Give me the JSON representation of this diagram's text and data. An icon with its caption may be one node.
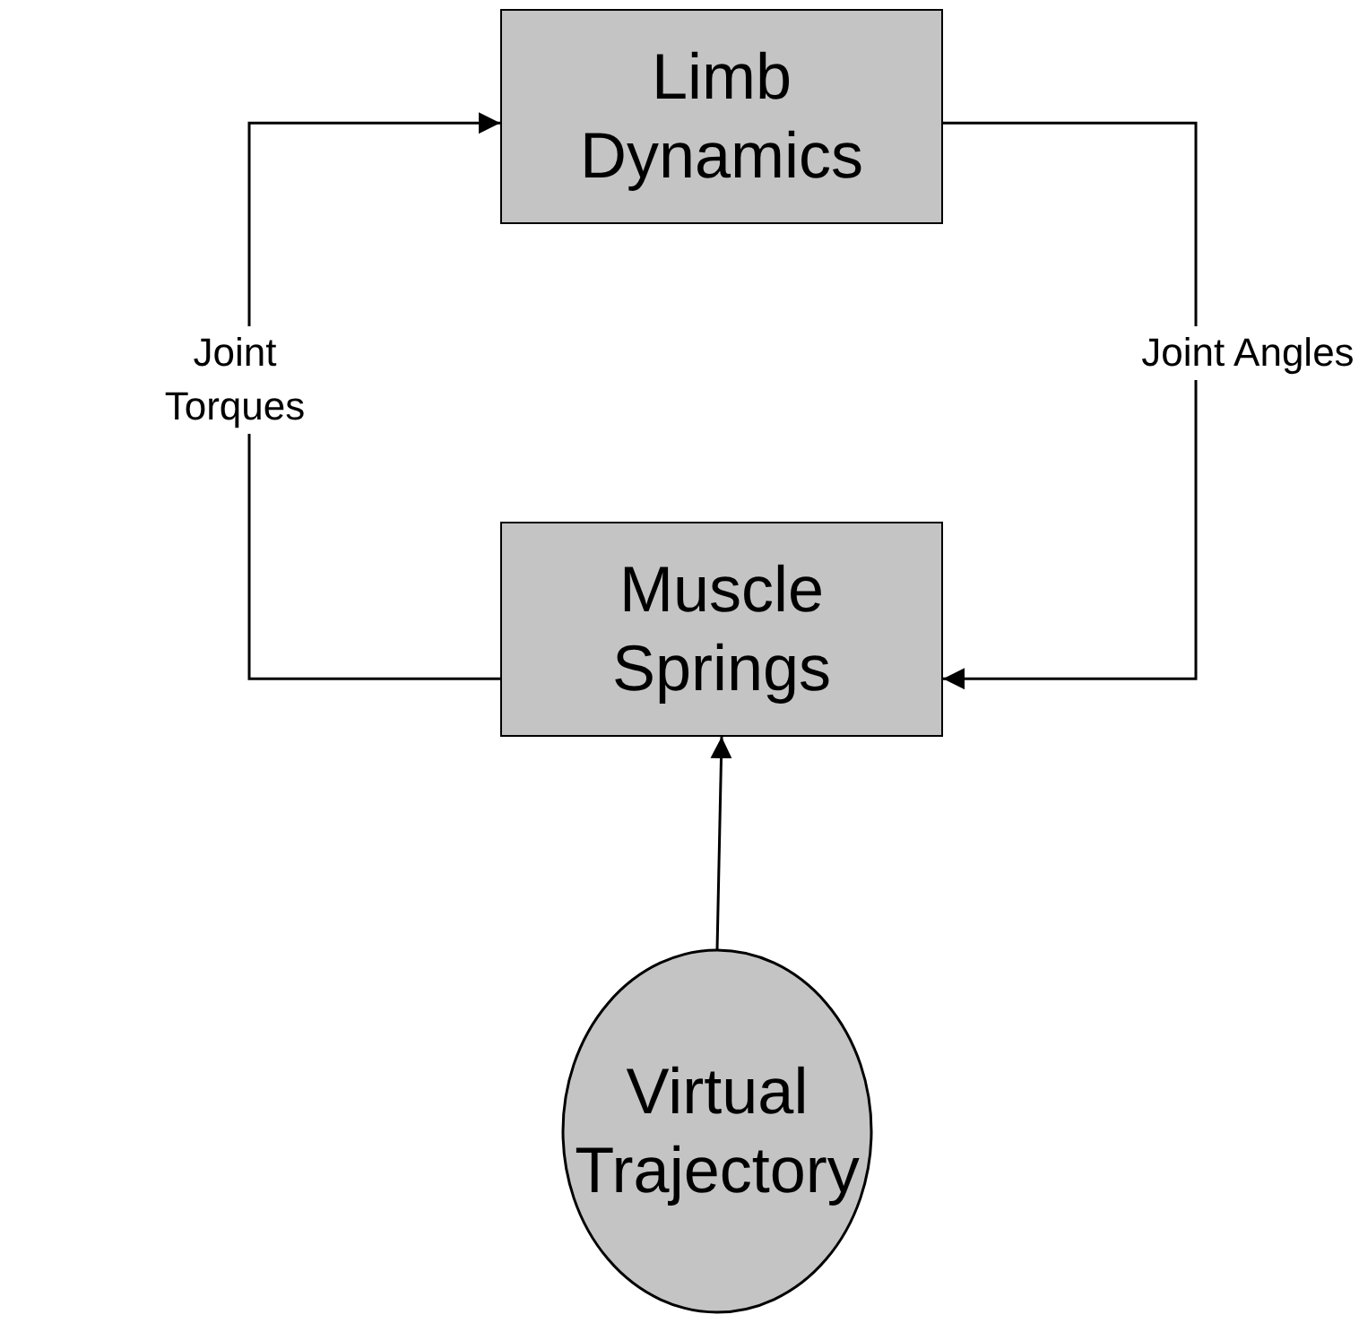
{
  "diagram": {
    "nodes": [
      {
        "text": [
          "Limb Dynamics"
        ]
      },
      {
        "text": [
          "Muscle Springs"
        ]
      },
      {
        "text": [
          "Virtual Trajectory"
        ]
      }
    ],
    "edges": [
      {
        "from": 1,
        "to": 0,
        "arrow": "to",
        "label": "Joint Torques"
      },
      {
        "from": 0,
        "to": 1,
        "arrow": "to",
        "label": "Joint Angles"
      },
      {
        "from": 2,
        "to": 1,
        "arrow": "to"
      }
    ]
  }
}
